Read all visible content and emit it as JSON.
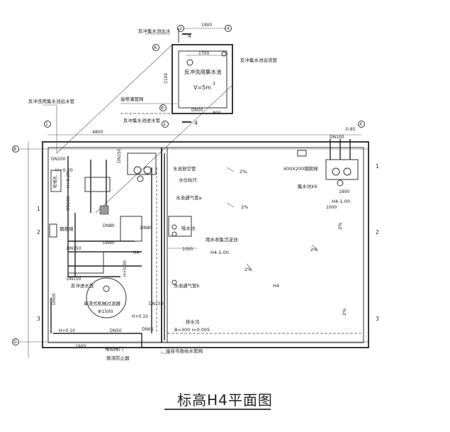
{
  "caption": "标高H4平面图",
  "labels": {
    "backwash_pool_outlet": "反冲集水池出水",
    "backwash_overflow": "反冲集水池溢流管",
    "backwash_pool": "反冲洗用集水池",
    "volume": "V=5m",
    "volume_sup": "3",
    "spray_net": "接喷灌管网",
    "backwash_inlet": "反冲集水池进水管",
    "backwash_outlet_pipe": "反冲洗用集水池出水管",
    "lift_pipe": "水池放空管",
    "level_gauge": "水位标尺",
    "vent_a": "水池通气管a",
    "vent_b": "水池通气管b",
    "suction": "吸水坑",
    "sump": "集水坑k9",
    "grille": "400X200钢爬梯",
    "rain_tank": "雨水收集沉淀池",
    "ladder": "钢爬梯",
    "inspection": "检修孔",
    "filter_name": "单流式机械过滤器",
    "filter_dia": "Φ1500",
    "backwash_in": "反冲进水管",
    "valve_e": "电动阀门",
    "check_valve": "倒流防止器",
    "municipal": "接自市政给水管网",
    "drain": "排水沟",
    "drain_spec": "B=300 i=0.005",
    "dn50": "DN50",
    "dn65": "DN65",
    "dn80": "DN80",
    "dn100": "DN100",
    "dn150": "DN150",
    "h4": "H4",
    "h4m": "H4-1.00",
    "hp010": "H+0.10",
    "hp020": "H+0.20",
    "hp030": "H+0.30",
    "hp010b": "H+0.10",
    "m085": "-0.85",
    "section_mark": "4",
    "dim_1900": "1900",
    "dim_1700": "1700",
    "dim_2100": "2100",
    "dim_800": "800",
    "dim_4800": "4800",
    "dim_1000": "1000",
    "dim_1800": "1800",
    "slope": "2%",
    "axis_A": "A",
    "axis_B": "B",
    "axis_D": "D",
    "axis_1": "1",
    "axis_2": "2",
    "axis_4": "4",
    "sec_1": "1",
    "sec_2": "2",
    "sec_3": "3"
  }
}
